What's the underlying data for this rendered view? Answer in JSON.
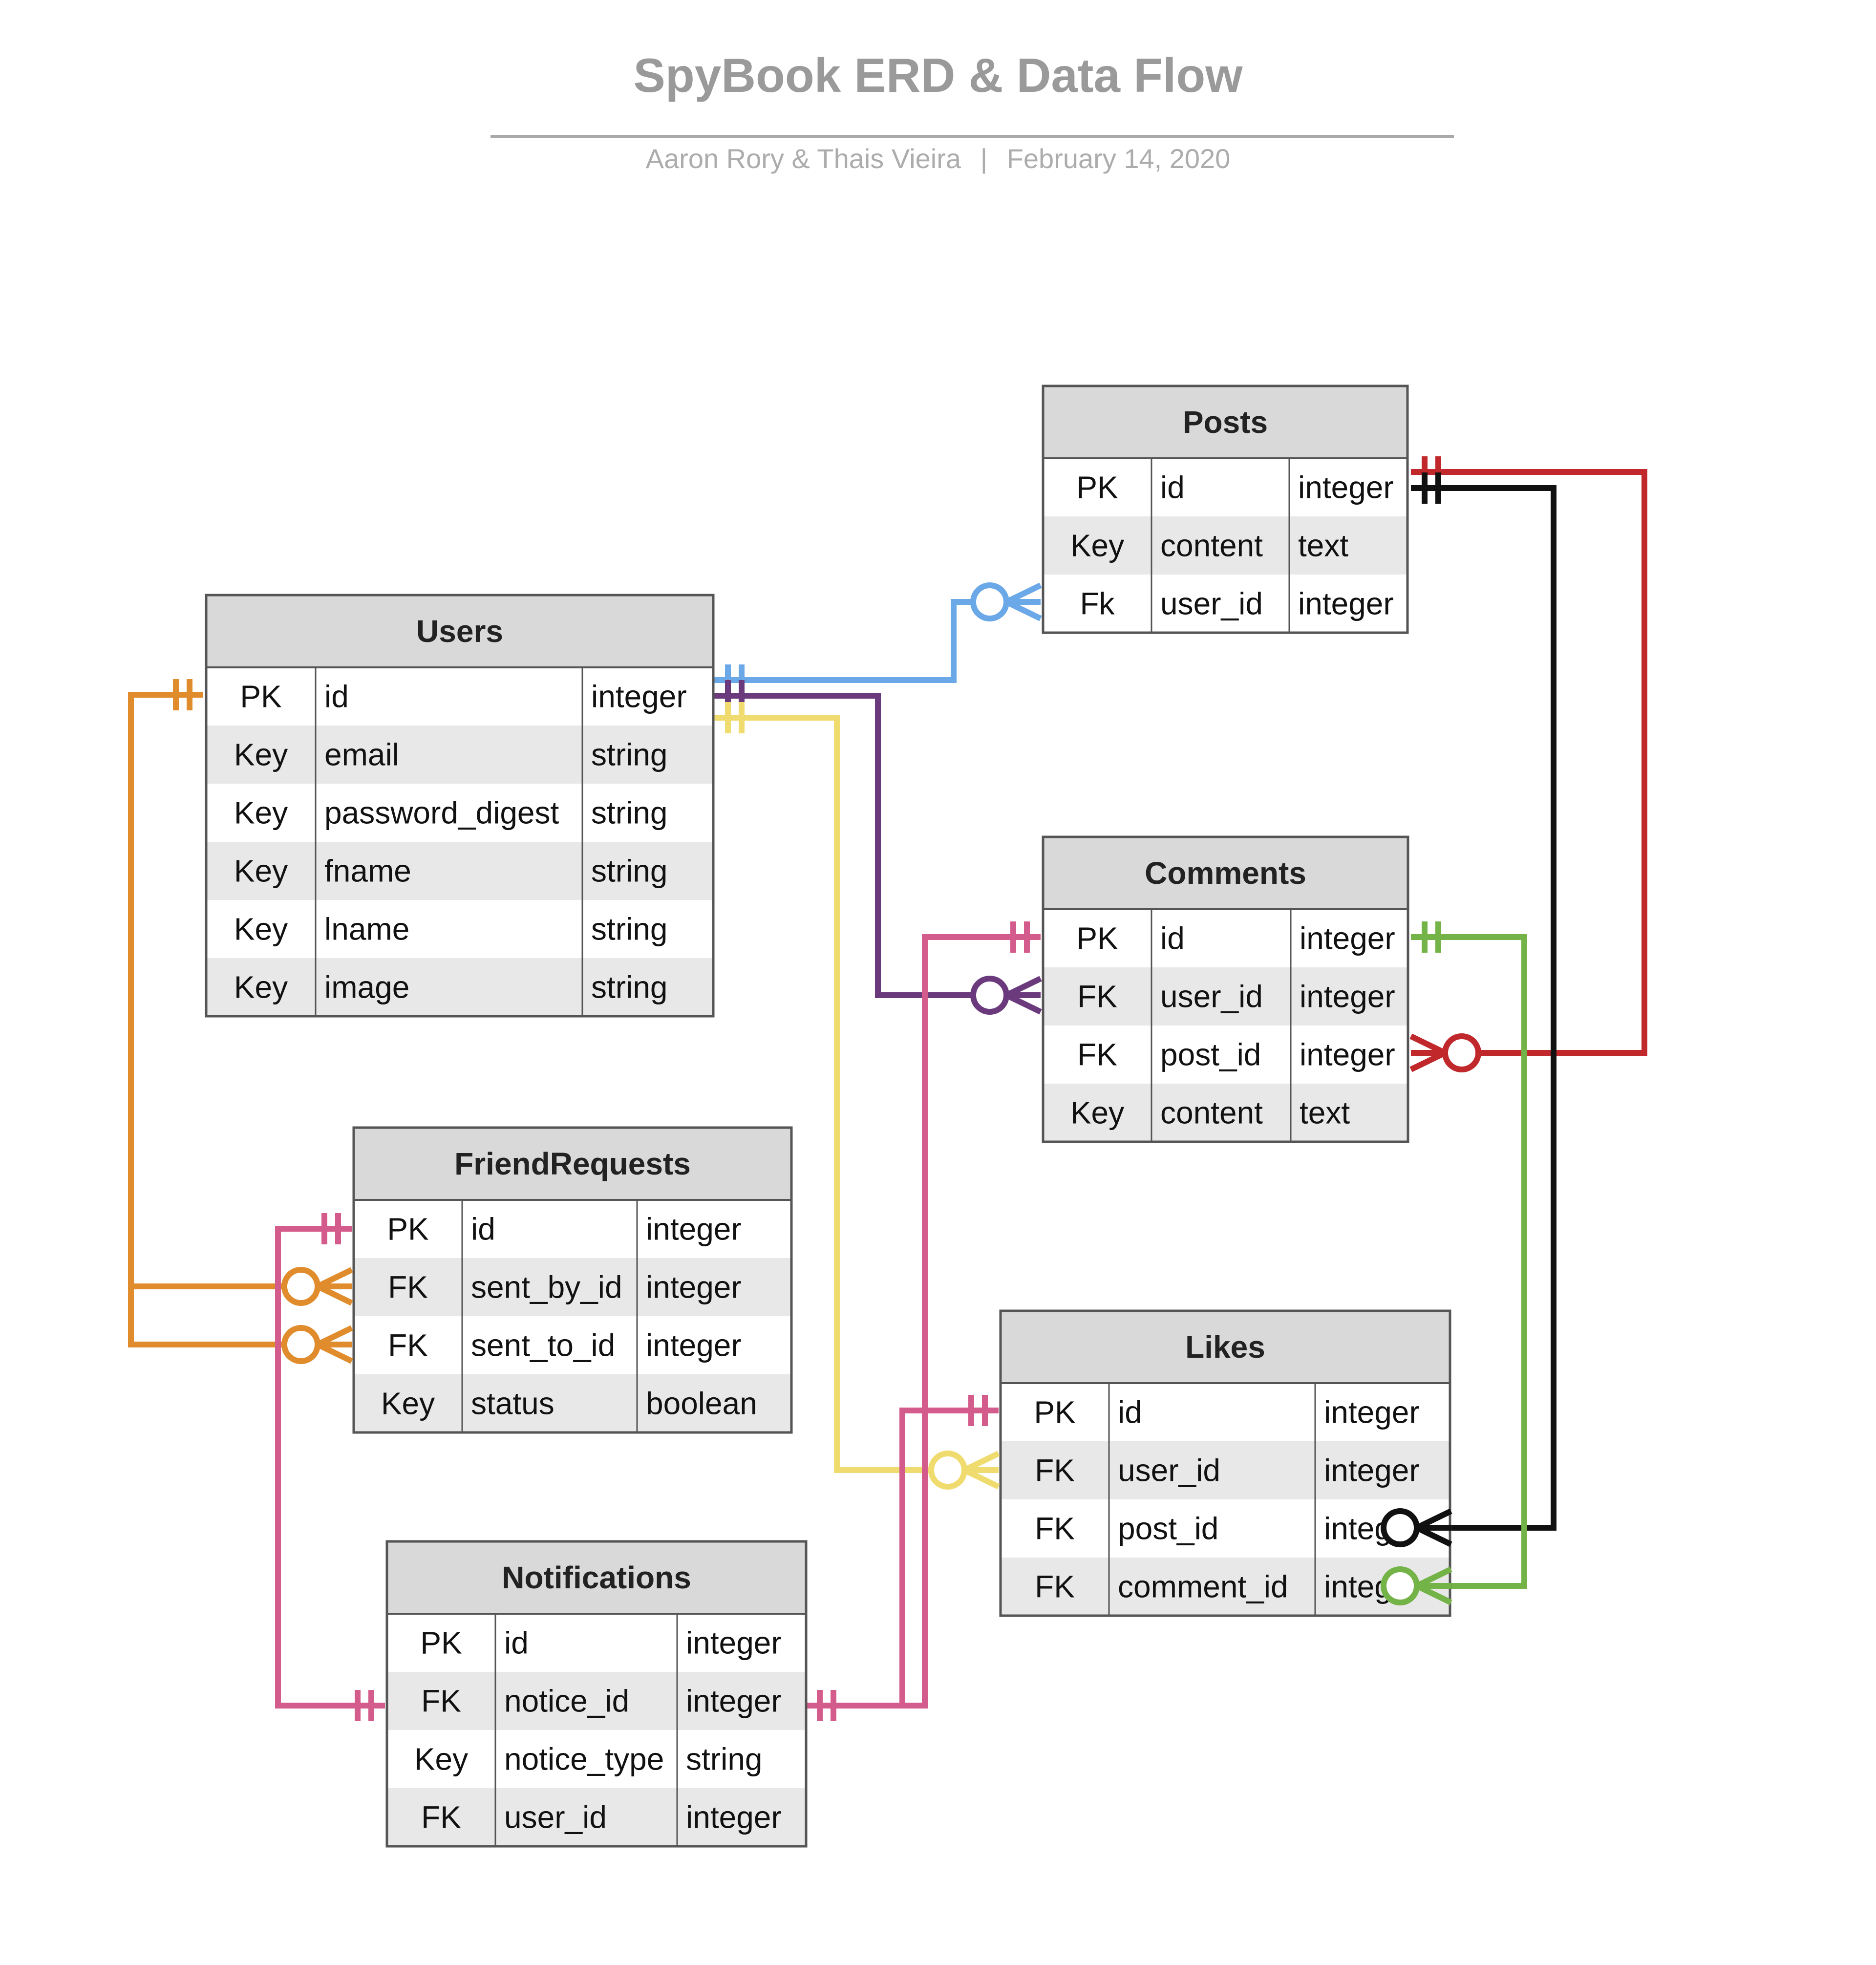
{
  "title": "SpyBook ERD & Data Flow",
  "subtitle": {
    "authors": "Aaron Rory & Thais Vieira",
    "separator": "|",
    "date": "February 14, 2020"
  },
  "colors": {
    "header_fill": "#d9d9d9",
    "row_alt_fill": "#e8e8e8",
    "border": "#555555",
    "users_posts": "#6aa8e8",
    "users_comments": "#6b3a7d",
    "users_likes": "#f0dc6e",
    "users_friendrequests": "#e08c2c",
    "notifications": "#d45c8c",
    "posts_comments": "#c0282c",
    "posts_likes": "#111111",
    "comments_likes": "#74b347"
  },
  "tables": [
    {
      "id": "posts",
      "name": "Posts",
      "rows": [
        [
          "PK",
          "id",
          "integer"
        ],
        [
          "Key",
          "content",
          "text"
        ],
        [
          "Fk",
          "user_id",
          "integer"
        ]
      ]
    },
    {
      "id": "users",
      "name": "Users",
      "rows": [
        [
          "PK",
          "id",
          "integer"
        ],
        [
          "Key",
          "email",
          "string"
        ],
        [
          "Key",
          "password_digest",
          "string"
        ],
        [
          "Key",
          "fname",
          "string"
        ],
        [
          "Key",
          "lname",
          "string"
        ],
        [
          "Key",
          "image",
          "string"
        ]
      ]
    },
    {
      "id": "comments",
      "name": "Comments",
      "rows": [
        [
          "PK",
          "id",
          "integer"
        ],
        [
          "FK",
          "user_id",
          "integer"
        ],
        [
          "FK",
          "post_id",
          "integer"
        ],
        [
          "Key",
          "content",
          "text"
        ]
      ]
    },
    {
      "id": "friendrequests",
      "name": "FriendRequests",
      "rows": [
        [
          "PK",
          "id",
          "integer"
        ],
        [
          "FK",
          "sent_by_id",
          "integer"
        ],
        [
          "FK",
          "sent_to_id",
          "integer"
        ],
        [
          "Key",
          "status",
          "boolean"
        ]
      ]
    },
    {
      "id": "likes",
      "name": "Likes",
      "rows": [
        [
          "PK",
          "id",
          "integer"
        ],
        [
          "FK",
          "user_id",
          "integer"
        ],
        [
          "FK",
          "post_id",
          "integer"
        ],
        [
          "FK",
          "comment_id",
          "integer"
        ]
      ]
    },
    {
      "id": "notifications",
      "name": "Notifications",
      "rows": [
        [
          "PK",
          "id",
          "integer"
        ],
        [
          "FK",
          "notice_id",
          "integer"
        ],
        [
          "Key",
          "notice_type",
          "string"
        ],
        [
          "FK",
          "user_id",
          "integer"
        ]
      ]
    }
  ],
  "relationships": [
    {
      "from": "Users.id",
      "to": "Posts.user_id",
      "from_card": "one",
      "to_card": "zero-or-many",
      "color_key": "users_posts"
    },
    {
      "from": "Users.id",
      "to": "Comments.user_id",
      "from_card": "one",
      "to_card": "zero-or-many",
      "color_key": "users_comments"
    },
    {
      "from": "Users.id",
      "to": "Likes.user_id",
      "from_card": "one",
      "to_card": "zero-or-many",
      "color_key": "users_likes"
    },
    {
      "from": "Users.id",
      "to": "FriendRequests.sent_by_id",
      "from_card": "one",
      "to_card": "zero-or-many",
      "color_key": "users_friendrequests"
    },
    {
      "from": "Users.id",
      "to": "FriendRequests.sent_to_id",
      "from_card": "one",
      "to_card": "zero-or-many",
      "color_key": "users_friendrequests"
    },
    {
      "from": "FriendRequests.id",
      "to": "Notifications.notice_id",
      "from_card": "one",
      "to_card": "one",
      "color_key": "notifications"
    },
    {
      "from": "Comments.id",
      "to": "Notifications.notice_id",
      "from_card": "one",
      "to_card": "one",
      "color_key": "notifications"
    },
    {
      "from": "Likes.id",
      "to": "Notifications.notice_id",
      "from_card": "one",
      "to_card": "one",
      "color_key": "notifications"
    },
    {
      "from": "Posts.id",
      "to": "Comments.post_id",
      "from_card": "one",
      "to_card": "zero-or-many",
      "color_key": "posts_comments"
    },
    {
      "from": "Posts.id",
      "to": "Likes.post_id",
      "from_card": "one",
      "to_card": "zero-or-many",
      "color_key": "posts_likes"
    },
    {
      "from": "Comments.id",
      "to": "Likes.comment_id",
      "from_card": "one",
      "to_card": "zero-or-many",
      "color_key": "comments_likes"
    }
  ]
}
